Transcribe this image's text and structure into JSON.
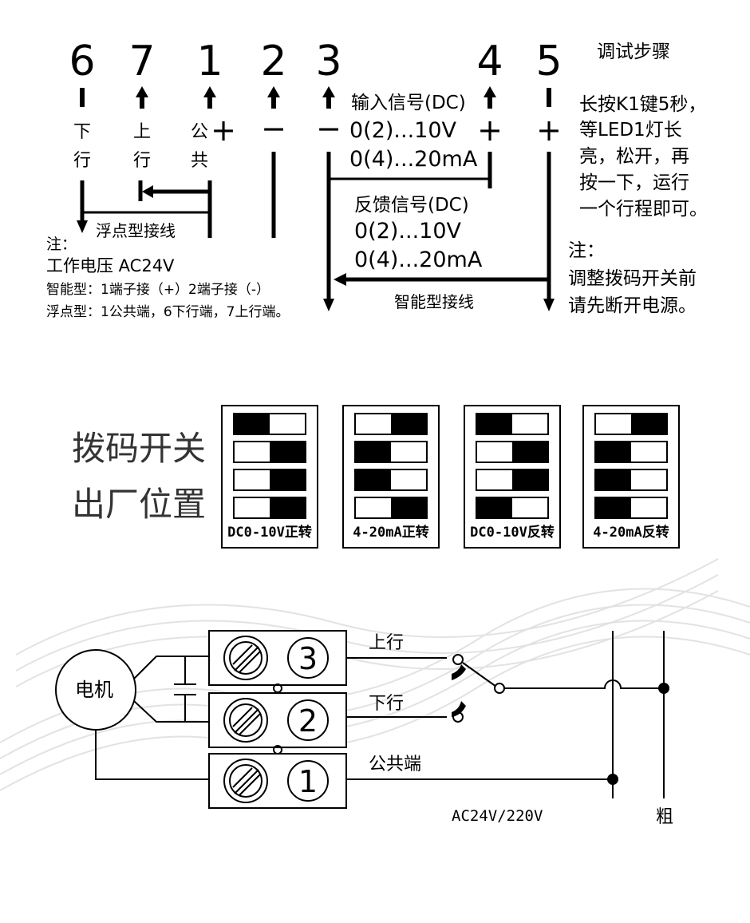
{
  "terminals": {
    "t6": "6",
    "t7": "7",
    "t1": "1",
    "t2": "2",
    "t3": "3",
    "t4": "4",
    "t5": "5",
    "down_a": "下",
    "down_b": "行",
    "up_a": "上",
    "up_b": "行",
    "common_a": "公",
    "common_b": "共",
    "plus": "+",
    "minus": "−"
  },
  "float_label": "浮点型接线",
  "smart_label": "智能型接线",
  "input_signal": {
    "title": "输入信号(DC)",
    "line1": "0(2)...10V",
    "line2": "0(4)...20mA"
  },
  "feedback_signal": {
    "title": "反馈信号(DC)",
    "line1": "0(2)...10V",
    "line2": "0(4)...20mA"
  },
  "left_notes": {
    "title": "注：",
    "voltage": "工作电压 AC24V",
    "smart": "智能型：1端子接（+）2端子接（-）",
    "float": "浮点型：1公共端，6下行端，7上行端。"
  },
  "debug": {
    "title": "调试步骤",
    "lines": [
      "长按K1键5秒，",
      "等LED1灯长",
      "亮，松开，再",
      "按一下，运行",
      "一个行程即可。"
    ],
    "note_title": "注：",
    "note_lines": [
      "调整拨码开关前",
      "请先断开电源。"
    ]
  },
  "dip": {
    "heading_1": "拨码开关",
    "heading_2": "出厂位置",
    "switches": [
      {
        "label": "DC0-10V正转",
        "states": [
          "left",
          "right",
          "right",
          "right"
        ]
      },
      {
        "label": "4-20mA正转",
        "states": [
          "right",
          "left",
          "left",
          "right"
        ]
      },
      {
        "label": "DC0-10V反转",
        "states": [
          "left",
          "right",
          "right",
          "left"
        ]
      },
      {
        "label": "4-20mA反转",
        "states": [
          "right",
          "left",
          "left",
          "left"
        ]
      }
    ]
  },
  "wiring": {
    "motor": "电机",
    "term_3": "3",
    "term_2": "2",
    "term_1": "1",
    "up_line": "上行",
    "down_line": "下行",
    "common_line": "公共端",
    "supply": "AC24V/220V",
    "coarse": "粗"
  }
}
